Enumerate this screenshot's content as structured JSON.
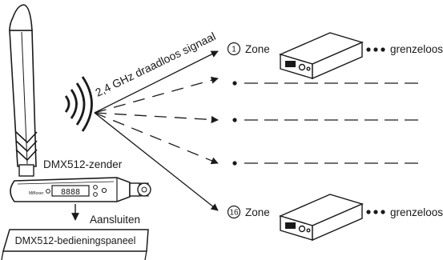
{
  "labels": {
    "signal": "2,4 GHz draadloos signaal",
    "transmitter": "DMX512-zender",
    "connect": "Aansluiten",
    "panel": "DMX512-bedieningspaneel"
  },
  "zones": [
    {
      "number": "1",
      "label": "Zone",
      "more": "grenzeloos"
    },
    {
      "number": "16",
      "label": "Zone",
      "more": "grenzeloos"
    }
  ],
  "device_display": "8888",
  "device_brand": "MiBoxer"
}
